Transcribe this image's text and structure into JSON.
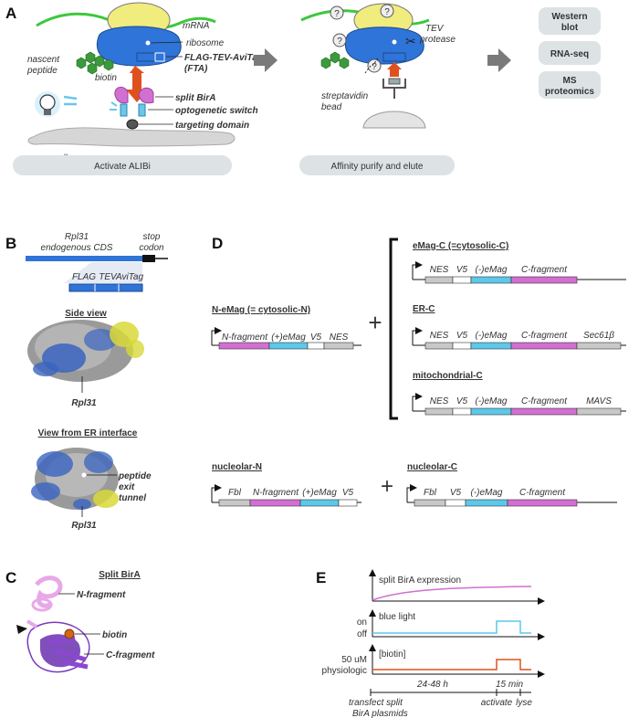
{
  "panels": {
    "A": "A",
    "B": "B",
    "C": "C",
    "D": "D",
    "E": "E"
  },
  "panelA": {
    "mrna": "mRNA",
    "ribosome": "ribosome",
    "nascent_peptide_1": "nascent",
    "nascent_peptide_2": "peptide",
    "fta_1": "FLAG-TEV-AviTag",
    "fta_2": "(FTA)",
    "biotin": "biotin",
    "split_bira": "split BirA",
    "optogenetic_switch": "optogenetic switch",
    "targeting_domain": "targeting domain",
    "organelle": "organelle",
    "tev_1": "TEV",
    "tev_2": "protease",
    "strep_1": "streptavidin",
    "strep_2": "bead",
    "unknown_glyph": "?",
    "step1": "Activate ALIBi",
    "step2": "Affinity purify and elute",
    "readout_western_1": "Western",
    "readout_western_2": "blot",
    "readout_rnaseq": "RNA-seq",
    "readout_ms_1": "MS",
    "readout_ms_2": "proteomics"
  },
  "panelB": {
    "rpl31_1": "Rpl31",
    "rpl31_2": "endogenous CDS",
    "stop_1": "stop",
    "stop_2": "codon",
    "tag_flag": "FLAG",
    "tag_tev": "TEV",
    "tag_avi": "AviTag",
    "side_view": "Side view",
    "rpl31_label_top": "Rpl31",
    "er_view": "View from ER interface",
    "exit_1": "peptide",
    "exit_2": "exit",
    "exit_3": "tunnel",
    "rpl31_label_bottom": "Rpl31"
  },
  "panelC": {
    "title": "Split BirA",
    "n_fragment": "N-fragment",
    "biotin": "biotin",
    "c_fragment": "C-fragment"
  },
  "panelD": {
    "n_emag_title": "N-eMag (= cytosolic-N)",
    "n_emag_parts": [
      "N-fragment",
      "(+)eMag",
      "V5",
      "NES"
    ],
    "emag_c_title": "eMag-C (=cytosolic-C)",
    "emag_c_parts": [
      "NES",
      "V5",
      "(-)eMag",
      "C-fragment"
    ],
    "er_c_title": "ER-C",
    "er_c_parts": [
      "NES",
      "V5",
      "(-)eMag",
      "C-fragment",
      "Sec61β"
    ],
    "mito_c_title": "mitochondrial-C",
    "mito_c_parts": [
      "NES",
      "V5",
      "(-)eMag",
      "C-fragment",
      "MAVS"
    ],
    "nucleolar_n_title": "nucleolar-N",
    "nucleolar_n_parts": [
      "Fbl",
      "N-fragment",
      "(+)eMag",
      "V5"
    ],
    "nucleolar_c_title": "nucleolar-C",
    "nucleolar_c_parts": [
      "Fbl",
      "V5",
      "(-)eMag",
      "C-fragment"
    ],
    "plus": "+"
  },
  "panelE": {
    "expression_label": "split BirA expression",
    "blue_light": "blue light",
    "on": "on",
    "off": "off",
    "biotin_label": "[biotin]",
    "uM50": "50 uM",
    "physiologic": "physiologic",
    "dur1": "24-48 h",
    "dur2": "15 min",
    "transfect_1": "transfect split",
    "transfect_2": "BirA plasmids",
    "activate": "activate",
    "lyse": "lyse"
  },
  "colors": {
    "mrna": "#3cc83c",
    "ribosome_small": "#f0ec7e",
    "ribosome_large": "#2f74d8",
    "bira": "#d070d0",
    "switch": "#6cc6e8",
    "arrow": "#e0501e",
    "nfrag": "#d36fd3",
    "emag": "#5cc8ea",
    "grey_box": "#c8c8c8",
    "chip": "#dde3e4"
  }
}
